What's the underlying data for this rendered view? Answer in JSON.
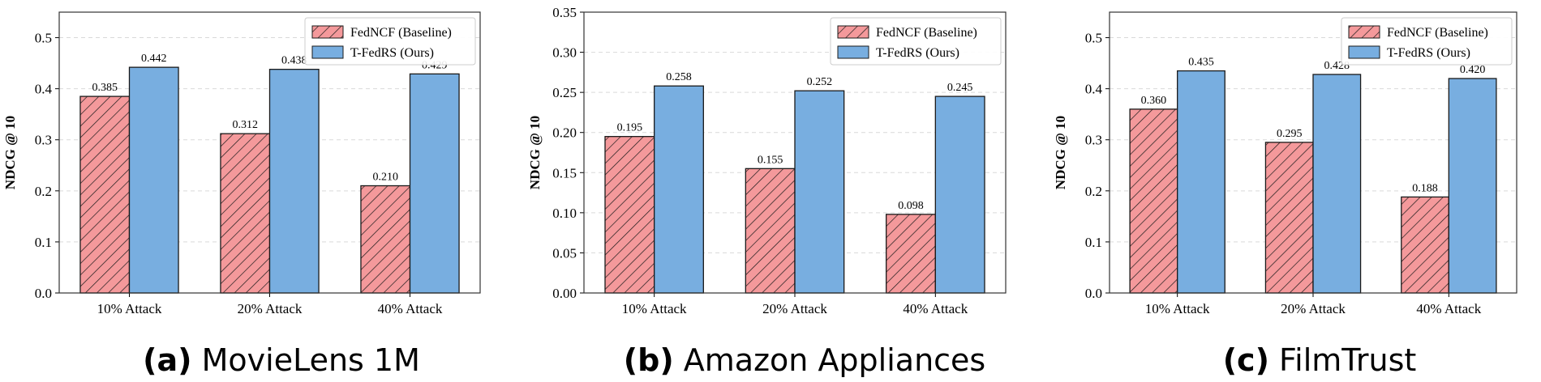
{
  "chart_data": [
    {
      "type": "bar",
      "caption_tag": "(a)",
      "caption_text": "MovieLens 1M",
      "categories": [
        "10% Attack",
        "20% Attack",
        "40% Attack"
      ],
      "ylabel": "NDCG @ 10",
      "ylim": [
        0,
        0.55
      ],
      "yticks": [
        "0.0",
        "0.1",
        "0.2",
        "0.3",
        "0.4",
        "0.5"
      ],
      "ytick_values": [
        0,
        0.1,
        0.2,
        0.3,
        0.4,
        0.5
      ],
      "grid": true,
      "legend_position": "top-right",
      "series": [
        {
          "name": "FedNCF (Baseline)",
          "values": [
            0.385,
            0.312,
            0.21
          ],
          "labels": [
            "0.385",
            "0.312",
            "0.210"
          ],
          "color": "#f4999b",
          "hatch": true
        },
        {
          "name": "T-FedRS (Ours)",
          "values": [
            0.442,
            0.438,
            0.429
          ],
          "labels": [
            "0.442",
            "0.438",
            "0.429"
          ],
          "color": "#78aee0",
          "hatch": false
        }
      ]
    },
    {
      "type": "bar",
      "caption_tag": "(b)",
      "caption_text": "Amazon Appliances",
      "categories": [
        "10% Attack",
        "20% Attack",
        "40% Attack"
      ],
      "ylabel": "NDCG @ 10",
      "ylim": [
        0,
        0.35
      ],
      "yticks": [
        "0.00",
        "0.05",
        "0.10",
        "0.15",
        "0.20",
        "0.25",
        "0.30",
        "0.35"
      ],
      "ytick_values": [
        0,
        0.05,
        0.1,
        0.15,
        0.2,
        0.25,
        0.3,
        0.35
      ],
      "grid": true,
      "legend_position": "top-right",
      "series": [
        {
          "name": "FedNCF (Baseline)",
          "values": [
            0.195,
            0.155,
            0.098
          ],
          "labels": [
            "0.195",
            "0.155",
            "0.098"
          ],
          "color": "#f4999b",
          "hatch": true
        },
        {
          "name": "T-FedRS (Ours)",
          "values": [
            0.258,
            0.252,
            0.245
          ],
          "labels": [
            "0.258",
            "0.252",
            "0.245"
          ],
          "color": "#78aee0",
          "hatch": false
        }
      ]
    },
    {
      "type": "bar",
      "caption_tag": "(c)",
      "caption_text": "FilmTrust",
      "categories": [
        "10% Attack",
        "20% Attack",
        "40% Attack"
      ],
      "ylabel": "NDCG @ 10",
      "ylim": [
        0,
        0.55
      ],
      "yticks": [
        "0.0",
        "0.1",
        "0.2",
        "0.3",
        "0.4",
        "0.5"
      ],
      "ytick_values": [
        0,
        0.1,
        0.2,
        0.3,
        0.4,
        0.5
      ],
      "grid": true,
      "legend_position": "top-right",
      "series": [
        {
          "name": "FedNCF (Baseline)",
          "values": [
            0.36,
            0.295,
            0.188
          ],
          "labels": [
            "0.360",
            "0.295",
            "0.188"
          ],
          "color": "#f4999b",
          "hatch": true
        },
        {
          "name": "T-FedRS (Ours)",
          "values": [
            0.435,
            0.428,
            0.42
          ],
          "labels": [
            "0.435",
            "0.428",
            "0.420"
          ],
          "color": "#78aee0",
          "hatch": false
        }
      ]
    }
  ]
}
